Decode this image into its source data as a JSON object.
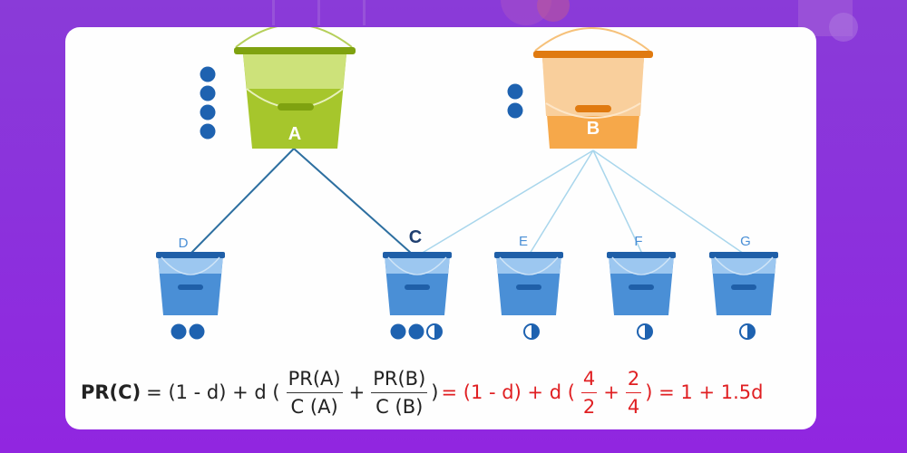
{
  "diagram": {
    "buckets": {
      "A": {
        "label": "A",
        "color": "#9bbf1e",
        "dark": "#7fa210"
      },
      "B": {
        "label": "B",
        "color": "#f5a23c",
        "dark": "#e07a10"
      },
      "C": {
        "label": "C"
      },
      "D": {
        "label": "D"
      },
      "E": {
        "label": "E"
      },
      "F": {
        "label": "F"
      },
      "G": {
        "label": "G"
      }
    },
    "colors": {
      "blue": "#3f82cf",
      "blue_dark": "#1f5fa8",
      "dot": "#1e62b0",
      "line_a": "#2d6fa0",
      "line_b": "#a9d6ec"
    }
  },
  "formula": {
    "lhs": "PR(C)",
    "eq1": "= (1 - d) + d (",
    "frac1_num": "PR(A)",
    "frac1_den": "C (A)",
    "plus1": "+",
    "frac2_num": "PR(B)",
    "frac2_den": "C (B)",
    "close1": ")",
    "red_part1": "= (1 - d) + d (",
    "frac3_num": "4",
    "frac3_den": "2",
    "plus2": "+",
    "frac4_num": "2",
    "frac4_den": "4",
    "red_part2": ") = 1 + 1.5d"
  }
}
